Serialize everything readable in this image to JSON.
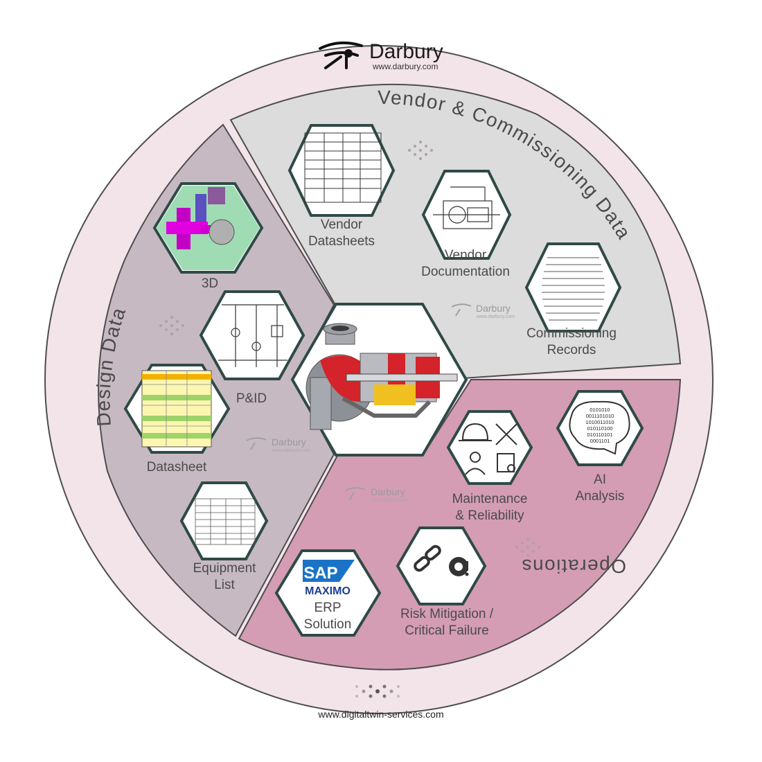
{
  "brand": {
    "name": "Darbury",
    "url": "www.darbury.com"
  },
  "footer": {
    "url": "www.digitaltwin-services.com"
  },
  "sections": {
    "vendor": {
      "title": "Vendor & Commissioning Data"
    },
    "design": {
      "title": "Design Data"
    },
    "operations": {
      "title": "Operations"
    }
  },
  "items": {
    "vendor_datasheets": {
      "line1": "Vendor",
      "line2": "Datasheets"
    },
    "vendor_documentation": {
      "line1": "Vendor",
      "line2": "Documentation"
    },
    "commissioning_records": {
      "line1": "Commissioning",
      "line2": "Records"
    },
    "model_3d": {
      "line1": "3D"
    },
    "pid": {
      "line1": "P&ID"
    },
    "datasheet": {
      "line1": "Datasheet"
    },
    "equipment_list": {
      "line1": "Equipment",
      "line2": "List"
    },
    "maintenance": {
      "line1": "Maintenance",
      "line2": "& Reliability"
    },
    "ai_analysis": {
      "line1": "AI",
      "line2": "Analysis"
    },
    "risk": {
      "line1": "Risk Mitigation /",
      "line2": "Critical Failure"
    },
    "erp": {
      "logo1": "SAP",
      "logo2": "MAXIMO",
      "line1": "ERP",
      "line2": "Solution"
    }
  },
  "watermark": {
    "name": "Darbury",
    "url": "www.darbury.com"
  },
  "ai_binary": [
    "0101010",
    "0011101010",
    "1010011010",
    "010110100",
    "010110101",
    "0001101"
  ],
  "colors": {
    "outer_ring": "#f3e4ea",
    "vendor": "#dcdcdc",
    "design": "#c7b9c1",
    "operations": "#d49db3",
    "hex_border": "#2f4a46",
    "sap_blue": "#1a73c6",
    "maximo_blue": "#1d3e8f"
  }
}
